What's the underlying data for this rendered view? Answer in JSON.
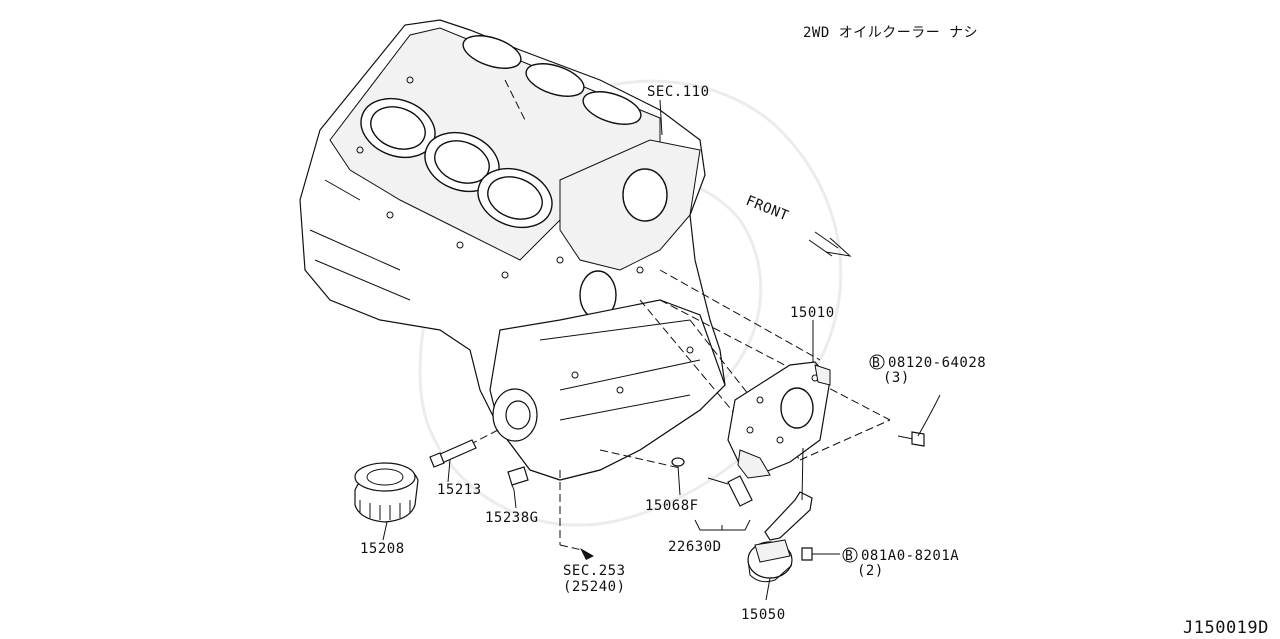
{
  "diagram": {
    "note": "2WD オイルクーラー ナシ",
    "front_label": "FRONT",
    "code": "J150019D",
    "callouts": {
      "sec110": "SEC.110",
      "p15010": "15010",
      "bolt1_part": "08120-64028",
      "bolt1_qty": "(3)",
      "p15213": "15213",
      "p15208": "15208",
      "p15238g": "15238G",
      "p15068f": "15068F",
      "p22630d": "22630D",
      "sec253": "SEC.253",
      "sec253_ref": "(25240)",
      "bolt2_part": "081A0-8201A",
      "bolt2_qty": "(2)",
      "p15050": "15050",
      "bolt_prefix": "B"
    }
  }
}
